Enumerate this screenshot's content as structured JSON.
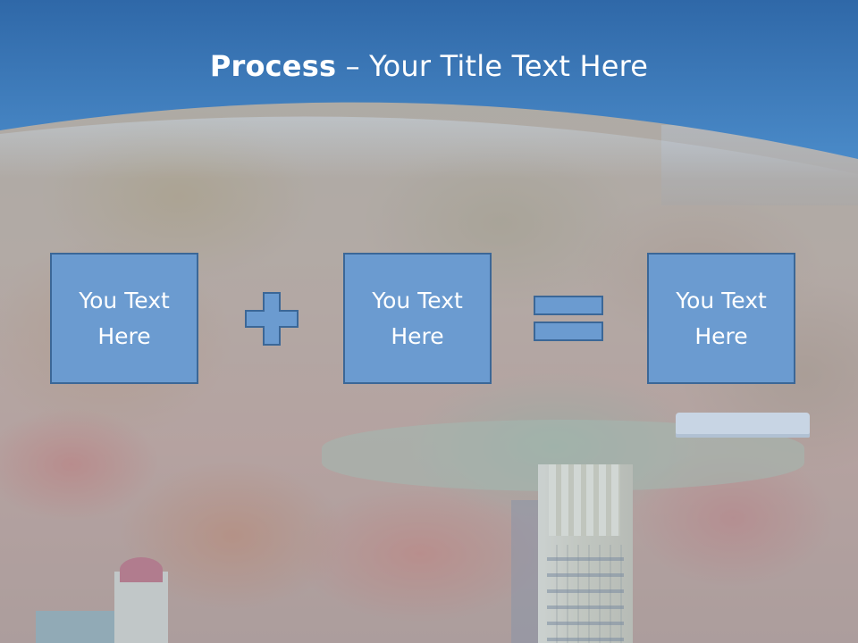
{
  "slide": {
    "title_bold": "Process",
    "title_rest": " – Your Title Text Here"
  },
  "process": {
    "boxes": [
      {
        "line1": "You Text",
        "line2": "Here"
      },
      {
        "line1": "You Text",
        "line2": "Here"
      },
      {
        "line1": "You Text",
        "line2": "Here"
      }
    ],
    "operators": [
      "plus",
      "equals"
    ]
  },
  "colors": {
    "header_blue": "#3a77b4",
    "box_fill": "#6b9bd0",
    "box_border": "#3b6797",
    "title_text": "#ffffff"
  }
}
